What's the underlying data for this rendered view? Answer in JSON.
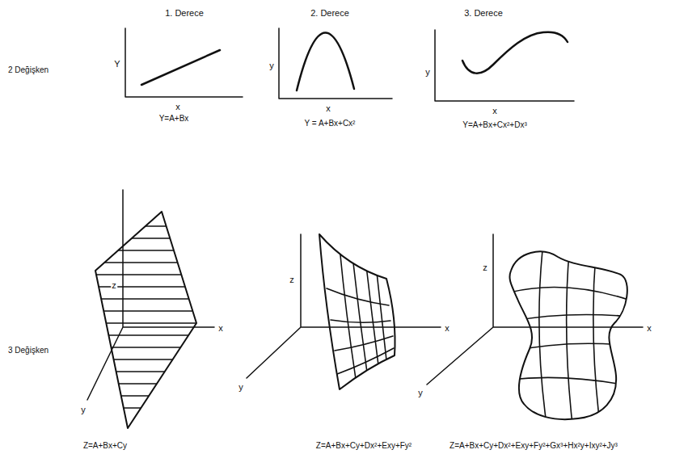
{
  "diagram": {
    "labels": [
      "1. Derece",
      "2. Derece",
      "3. Derece",
      "2 Değişken",
      "3 Değişken",
      "Y",
      "x",
      "Y=A+Bx",
      "y",
      "x",
      "Y = A+Bx+Cx²",
      "y",
      "x",
      "Y=A+Bx+Cx²+Dx³",
      "z",
      "x",
      "y",
      "Z=A+Bx+Cy",
      "z",
      "x",
      "y",
      "Z=A+Bx+Cy+Dx²+Exy+Fy²",
      "z",
      "x",
      "y",
      "Z=A+Bx+Cy+Dx²+Exy+Fy²+Gx³+Hx²y+Ixy²+Jy³"
    ]
  }
}
